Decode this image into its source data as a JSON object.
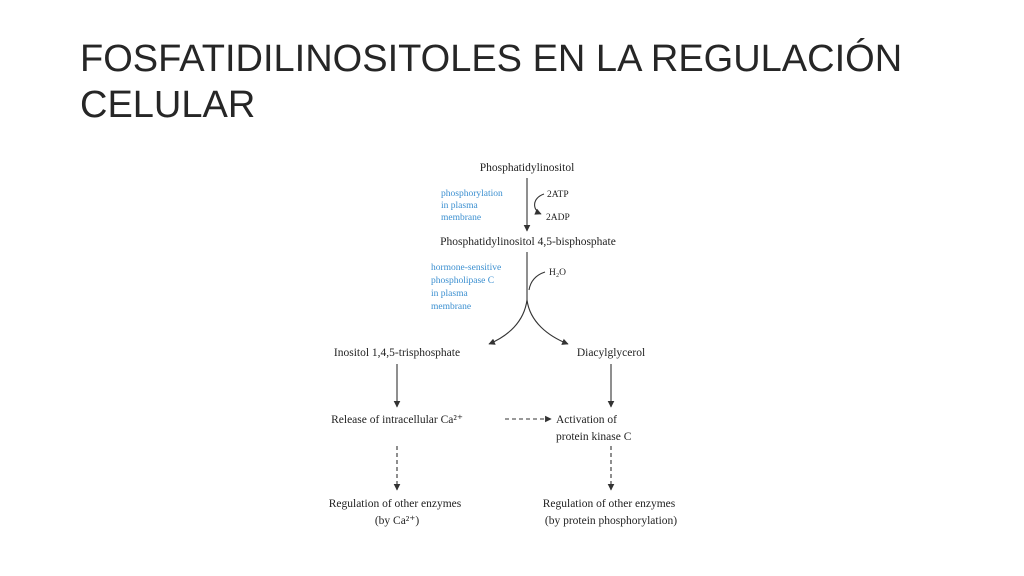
{
  "title": {
    "line1": "FOSFATIDILINOSITOLES EN LA REGULACIÓN",
    "line2": "CELULAR"
  },
  "diagram": {
    "nodes": {
      "pi": "Phosphatidylinositol",
      "pip2": "Phosphatidylinositol 4,5-bisphosphate",
      "ip3": "Inositol 1,4,5-trisphosphate",
      "dag": "Diacylglycerol",
      "ca_release": "Release of intracellular Ca²⁺",
      "pkc_line1": "Activation of",
      "pkc_line2": "protein kinase C",
      "reg_ca_line1": "Regulation of other enzymes",
      "reg_ca_line2": "(by Ca²⁺)",
      "reg_pkc_line1": "Regulation of other enzymes",
      "reg_pkc_line2": "(by protein phosphorylation)"
    },
    "notes": {
      "phosphorylation": [
        "phosphorylation",
        "in plasma",
        "membrane"
      ],
      "phospholipase": [
        "hormone-sensitive",
        "phospholipase C",
        "in plasma",
        "membrane"
      ]
    },
    "cofactors": {
      "atp": "2ATP",
      "adp": "2ADP",
      "water": "H₂O"
    },
    "colors": {
      "note": "#3b8fd0",
      "text": "#222222",
      "title": "#262626"
    }
  }
}
